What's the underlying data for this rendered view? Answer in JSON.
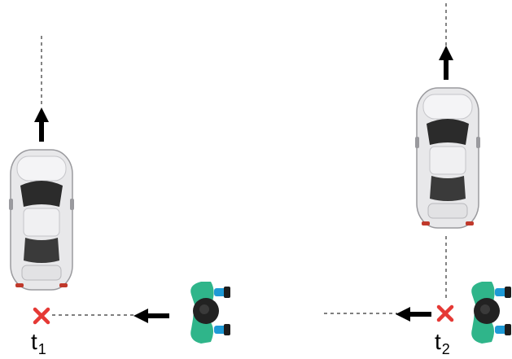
{
  "labels": {
    "t1": {
      "base": "t",
      "sub": "1"
    },
    "t2": {
      "base": "t",
      "sub": "2"
    }
  },
  "colors": {
    "pedestrian_body": "#2fb58a",
    "pedestrian_head": "#222222",
    "pedestrian_accent": "#1e9ad6",
    "car_body": "#e8e8ea",
    "car_glass": "#2b2b2b",
    "crossing_marker": "#e53935",
    "arrow": "#000000",
    "path_line": "#333333"
  },
  "icons": {
    "car": "car-top-view-icon",
    "pedestrian": "pedestrian-top-view-icon",
    "marker": "x-mark-icon",
    "arrow": "arrow-icon"
  }
}
